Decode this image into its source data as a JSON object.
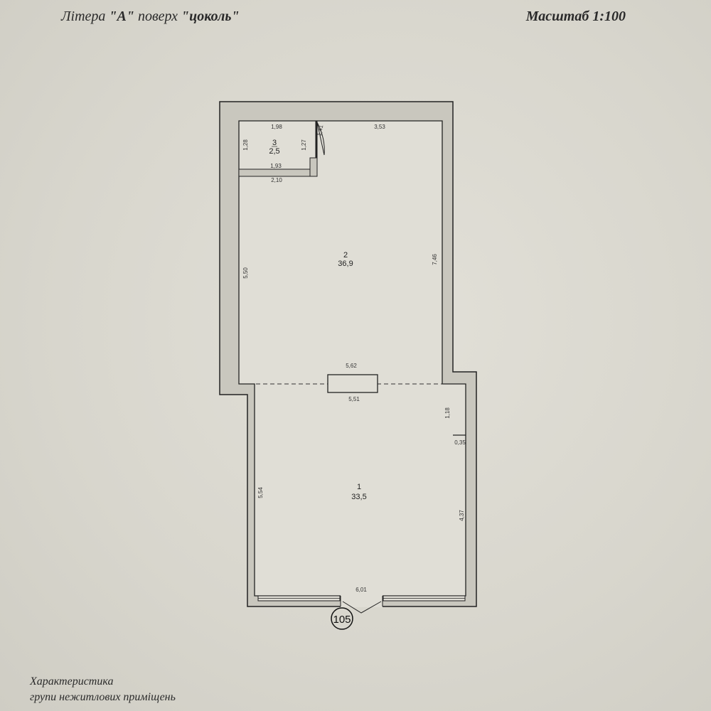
{
  "header": {
    "title_prefix": "Літера ",
    "litera": "\"А\"",
    "title_mid": " поверх  ",
    "floor": "\"цоколь\"",
    "scale": "Масштаб 1:100"
  },
  "rooms": [
    {
      "number": "3",
      "area": "2,5"
    },
    {
      "number": "2",
      "area": "36,9"
    },
    {
      "number": "1",
      "area": "33,5"
    }
  ],
  "dimensions": {
    "d_1_98": "1,98",
    "d_1_28": "1,28",
    "d_1_27": "1,27",
    "d_1_41": "1,41",
    "d_3_53": "3,53",
    "d_1_93": "1,93",
    "d_2_10": "2,10",
    "d_5_50": "5,50",
    "d_7_46": "7,46",
    "d_5_62": "5,62",
    "d_5_51": "5,51",
    "d_1_18": "1,18",
    "d_0_35": "0,35",
    "d_5_54": "5,54",
    "d_4_37": "4,37",
    "d_6_01": "6,01"
  },
  "building_number": "105",
  "footer": {
    "line1": "Характеристика",
    "line2": "групи нежитлових приміщень"
  }
}
